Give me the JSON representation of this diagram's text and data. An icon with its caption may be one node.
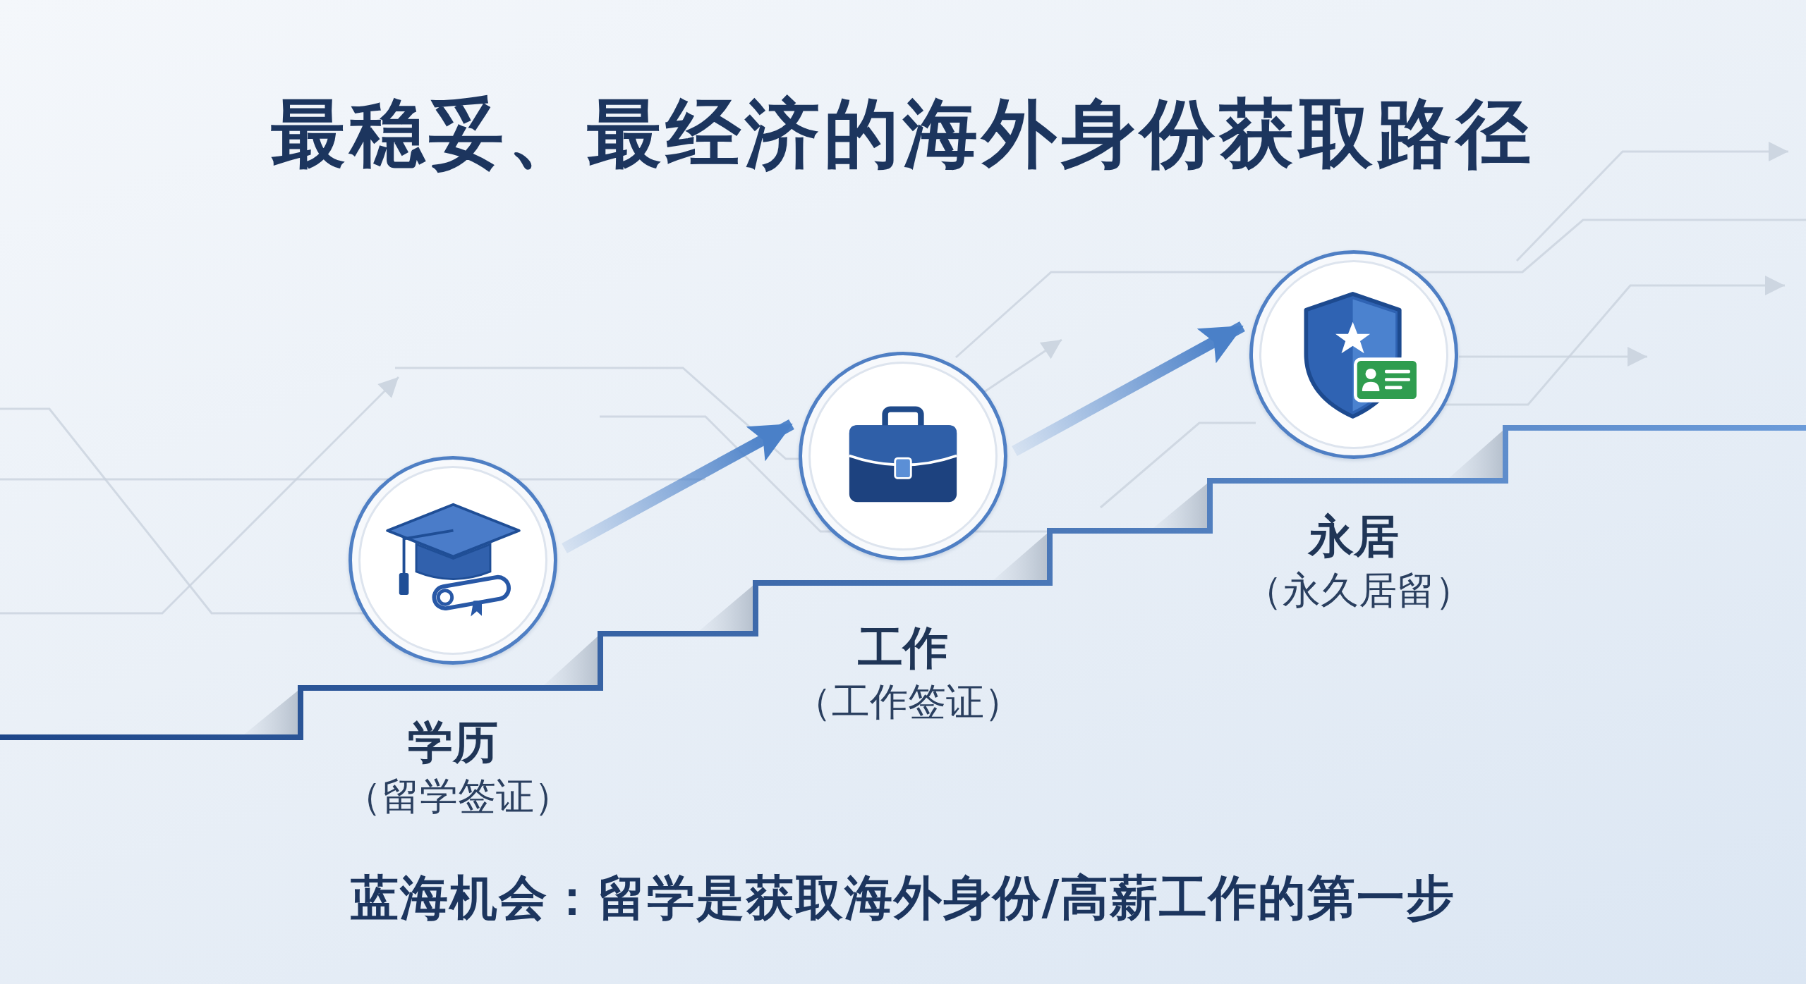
{
  "diagram": {
    "title": "最稳妥、最经济的海外身份获取路径",
    "nodes": [
      {
        "text": [
          "学历",
          "（留学签证）"
        ]
      },
      {
        "text": [
          "工作",
          "（工作签证）"
        ]
      },
      {
        "text": [
          "永居",
          "（永久居留）"
        ]
      }
    ],
    "edges": [
      {
        "from": 0,
        "to": 1,
        "arrow": "to"
      },
      {
        "from": 1,
        "to": 2,
        "arrow": "to"
      }
    ],
    "caption": "蓝海机会：留学是获取海外身份/高薪工作的第一步"
  }
}
